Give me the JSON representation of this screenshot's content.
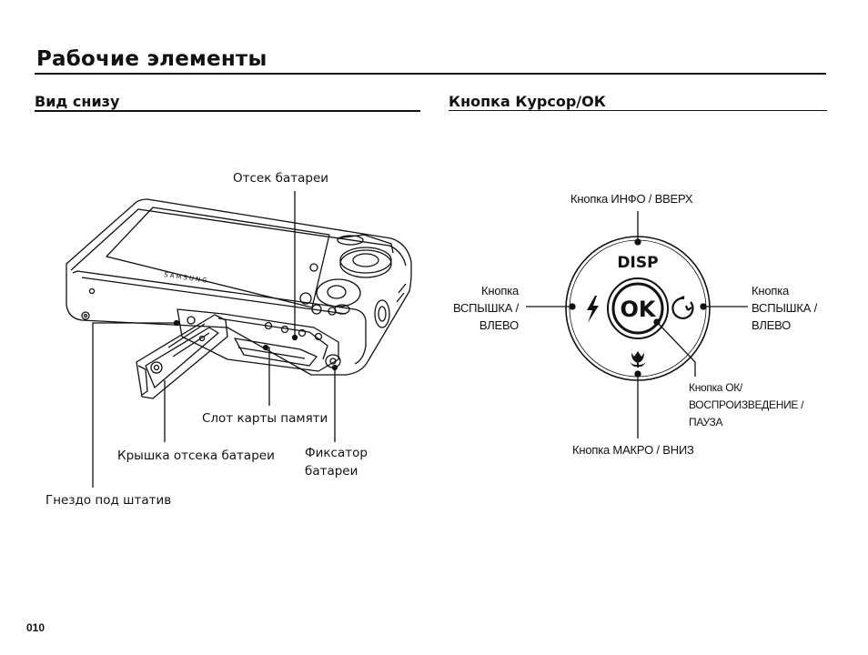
{
  "page": {
    "title": "Рабочие элементы",
    "number": "010"
  },
  "bottom_view": {
    "title": "Вид снизу",
    "labels": {
      "battery_compartment": "Отсек батареи",
      "memory_card_slot": "Слот карты памяти",
      "battery_cover": "Крышка отсека батареи",
      "battery_lock_line1": "Фиксатор",
      "battery_lock_line2": "батареи",
      "tripod_socket": "Гнездо под штатив"
    },
    "camera_brand": "SAMSUNG"
  },
  "cursor_ok": {
    "title": "Кнопка Курсор/ОК",
    "labels": {
      "info_up": "Кнопка ИНФО / ВВЕРХ",
      "flash_left_l1": "Кнопка",
      "flash_left_l2": "ВСПЫШКА /",
      "flash_left_l3": "ВЛЕВО",
      "flash_right_l1": "Кнопка",
      "flash_right_l2": "ВСПЫШКА /",
      "flash_right_l3": "ВЛЕВО",
      "ok_l1": "Кнопка ОК/",
      "ok_l2": "ВОСПРОИЗВЕДЕНИЕ /",
      "ok_l3": "ПАУЗА",
      "macro_down": "Кнопка МАКРО / ВНИЗ"
    },
    "button_text": {
      "disp": "DISP",
      "ok": "OK"
    },
    "icons": [
      "flash-icon",
      "self-timer-icon",
      "macro-icon"
    ]
  }
}
